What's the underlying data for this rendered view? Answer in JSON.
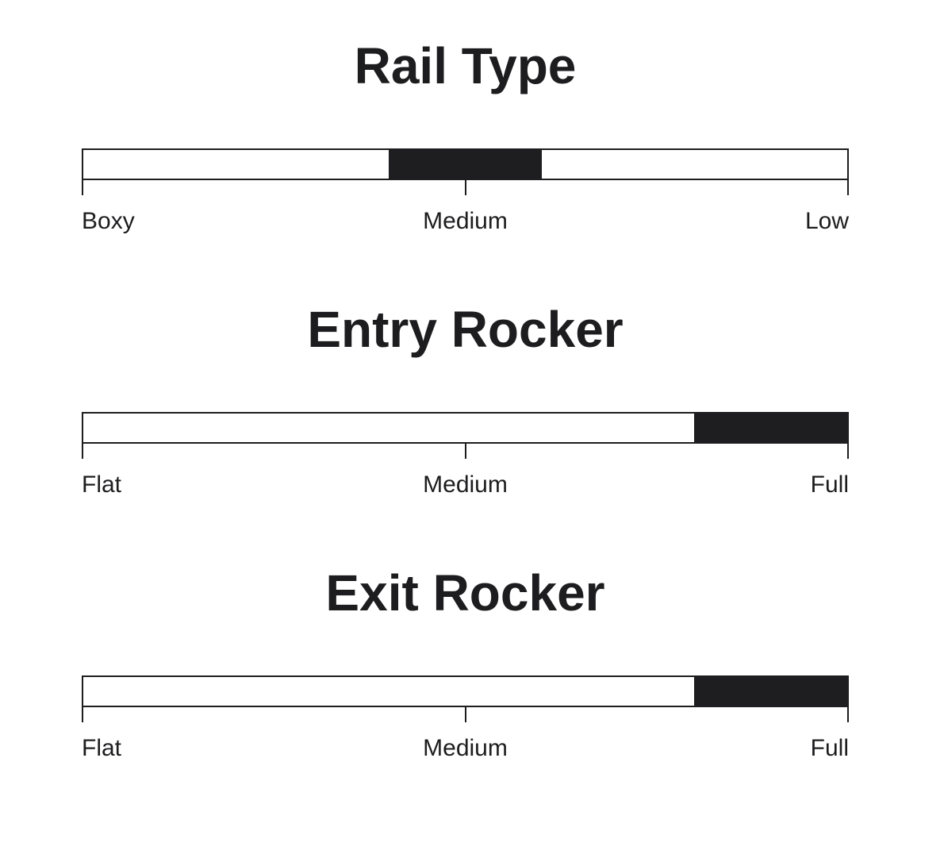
{
  "page": {
    "background": "#ffffff",
    "ink_color": "#1d1d1f",
    "fill_color": "#1e1e20"
  },
  "sliders": [
    {
      "id": "rail-type",
      "title": "Rail Type",
      "labels": {
        "left": "Boxy",
        "center": "Medium",
        "right": "Low"
      },
      "fill": {
        "start_pct": 40,
        "end_pct": 60
      }
    },
    {
      "id": "entry-rocker",
      "title": "Entry Rocker",
      "labels": {
        "left": "Flat",
        "center": "Medium",
        "right": "Full"
      },
      "fill": {
        "start_pct": 80,
        "end_pct": 100
      }
    },
    {
      "id": "exit-rocker",
      "title": "Exit Rocker",
      "labels": {
        "left": "Flat",
        "center": "Medium",
        "right": "Full"
      },
      "fill": {
        "start_pct": 80,
        "end_pct": 100
      }
    }
  ],
  "chart_data": [
    {
      "type": "bar",
      "title": "Rail Type",
      "categories": [
        "Boxy",
        "Medium",
        "Low"
      ],
      "scale_range_pct": [
        0,
        100
      ],
      "fill_range_pct": [
        40,
        60
      ],
      "value": "Medium",
      "orientation": "horizontal",
      "legend": "none",
      "grid": false
    },
    {
      "type": "bar",
      "title": "Entry Rocker",
      "categories": [
        "Flat",
        "Medium",
        "Full"
      ],
      "scale_range_pct": [
        0,
        100
      ],
      "fill_range_pct": [
        80,
        100
      ],
      "value": "Full",
      "orientation": "horizontal",
      "legend": "none",
      "grid": false
    },
    {
      "type": "bar",
      "title": "Exit Rocker",
      "categories": [
        "Flat",
        "Medium",
        "Full"
      ],
      "scale_range_pct": [
        0,
        100
      ],
      "fill_range_pct": [
        80,
        100
      ],
      "value": "Full",
      "orientation": "horizontal",
      "legend": "none",
      "grid": false
    }
  ]
}
